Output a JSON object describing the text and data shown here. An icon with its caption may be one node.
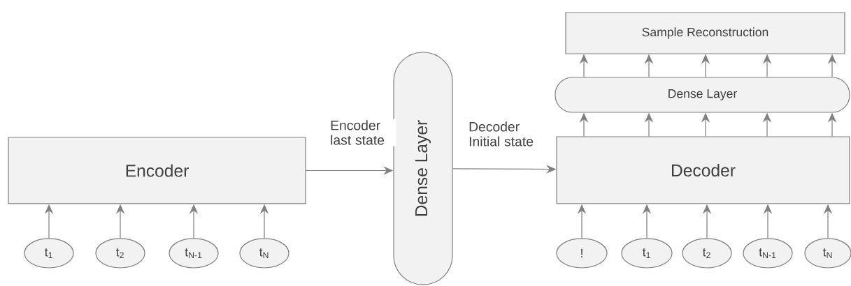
{
  "diagram": {
    "nodes": [
      {
        "text": [
          "Encoder"
        ]
      },
      {
        "text": [
          "t$_{1}$"
        ]
      },
      {
        "text": [
          "t$_{2}$"
        ]
      },
      {
        "text": [
          "t$_{N-1}$"
        ]
      },
      {
        "text": [
          "t$_{N}$"
        ]
      },
      {
        "text": [
          "Dense Layer"
        ]
      },
      {
        "text": [
          "Decoder"
        ]
      },
      {
        "text": [
          "Dense Layer"
        ]
      },
      {
        "text": [
          "Sample Reconstruction"
        ]
      },
      {
        "text": [
          "!"
        ]
      },
      {
        "text": [
          "t$_{1}$"
        ]
      },
      {
        "text": [
          "t$_{2}$"
        ]
      },
      {
        "text": [
          "t$_{N-1}$"
        ]
      },
      {
        "text": [
          "t$_{N}$"
        ]
      }
    ],
    "edges": [
      {
        "from": 1,
        "to": 0,
        "arrow": "to"
      },
      {
        "from": 2,
        "to": 0,
        "arrow": "to"
      },
      {
        "from": 3,
        "to": 0,
        "arrow": "to"
      },
      {
        "from": 4,
        "to": 0,
        "arrow": "to"
      },
      {
        "from": 0,
        "to": 5,
        "arrow": "to",
        "label": "Encoder last state"
      },
      {
        "from": 5,
        "to": 6,
        "arrow": "to",
        "label": "Decoder Initial state"
      },
      {
        "from": 9,
        "to": 6,
        "arrow": "to"
      },
      {
        "from": 10,
        "to": 6,
        "arrow": "to"
      },
      {
        "from": 11,
        "to": 6,
        "arrow": "to"
      },
      {
        "from": 12,
        "to": 6,
        "arrow": "to"
      },
      {
        "from": 13,
        "to": 6,
        "arrow": "to"
      },
      {
        "from": 6,
        "to": 7,
        "arrow": "to"
      },
      {
        "from": 6,
        "to": 7,
        "arrow": "to"
      },
      {
        "from": 6,
        "to": 7,
        "arrow": "to"
      },
      {
        "from": 6,
        "to": 7,
        "arrow": "to"
      },
      {
        "from": 6,
        "to": 7,
        "arrow": "to"
      },
      {
        "from": 7,
        "to": 8,
        "arrow": "to"
      },
      {
        "from": 7,
        "to": 8,
        "arrow": "to"
      },
      {
        "from": 7,
        "to": 8,
        "arrow": "to"
      },
      {
        "from": 7,
        "to": 8,
        "arrow": "to"
      },
      {
        "from": 7,
        "to": 8,
        "arrow": "to"
      }
    ]
  }
}
